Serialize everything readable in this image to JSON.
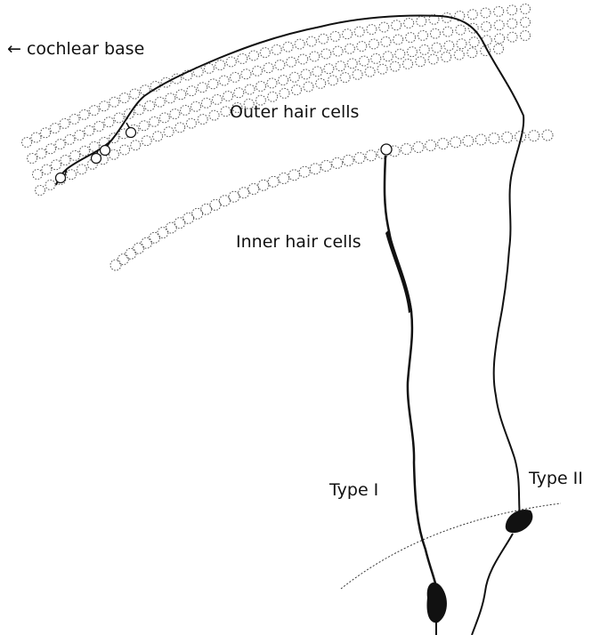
{
  "labels": {
    "cochlear_base": "← cochlear base",
    "outer_hair_cells": "Outer hair cells",
    "inner_hair_cells": "Inner hair cells",
    "type_1": "Type I",
    "type_2": "Type II"
  },
  "colors": {
    "ink": "#111111",
    "dotted_outline": "#555555"
  }
}
